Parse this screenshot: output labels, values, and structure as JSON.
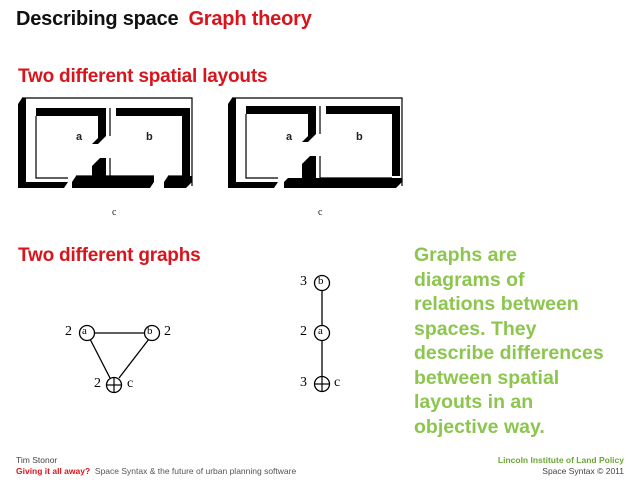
{
  "slide": {
    "title_black": "Describing space",
    "title_red": "Graph theory",
    "section_layouts": "Two different spatial layouts",
    "section_graphs": "Two different graphs"
  },
  "layouts": [
    {
      "room_a": "a",
      "room_b": "b",
      "outside": "c"
    },
    {
      "room_a": "a",
      "room_b": "b",
      "outside": "c"
    }
  ],
  "graphs": [
    {
      "type": "triangle",
      "nodes": [
        {
          "id": "a",
          "depth": "2"
        },
        {
          "id": "b",
          "depth": "2"
        },
        {
          "id": "c",
          "depth": "2",
          "carrier": true
        }
      ],
      "edges": [
        [
          "a",
          "b"
        ],
        [
          "a",
          "c"
        ],
        [
          "b",
          "c"
        ]
      ]
    },
    {
      "type": "linear",
      "nodes": [
        {
          "id": "b",
          "depth": "3"
        },
        {
          "id": "a",
          "depth": "2"
        },
        {
          "id": "c",
          "depth": "3",
          "carrier": true
        }
      ],
      "edges": [
        [
          "b",
          "a"
        ],
        [
          "a",
          "c"
        ]
      ]
    }
  ],
  "description": {
    "lines": [
      "Graphs are",
      "diagrams of",
      "relations between",
      "spaces. They",
      "describe differences",
      "between spatial",
      "layouts in an",
      "objective way."
    ]
  },
  "footer": {
    "author": "Tim Stonor",
    "talk_title": "Giving it all away?",
    "talk_subtitle": "Space Syntax & the future of urban planning software",
    "institute": "Lincoln Institute of Land Policy",
    "copyright": "Space Syntax © 2011"
  },
  "colors": {
    "red": "#d8151c",
    "green": "#8cc64e",
    "black": "#111111"
  }
}
